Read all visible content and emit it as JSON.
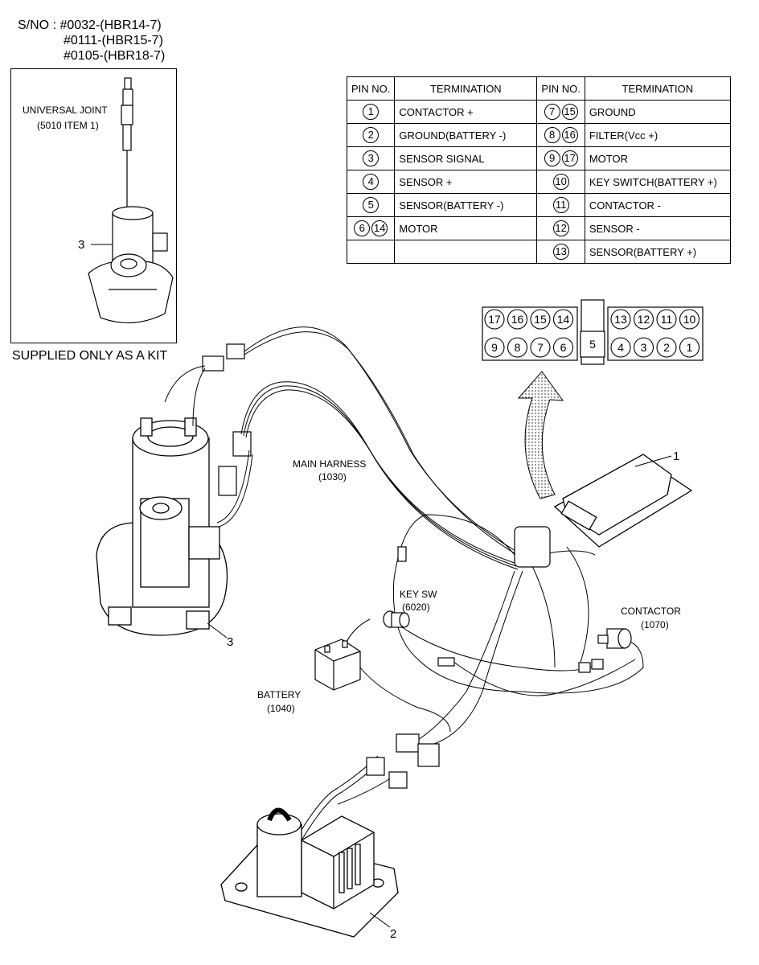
{
  "serial_numbers": {
    "line1": "S/NO : #0032-(HBR14-7)",
    "line2": "#0111-(HBR15-7)",
    "line3": "#0105-(HBR18-7)"
  },
  "kit_inset": {
    "universal_joint": "UNIVERSAL JOINT",
    "universal_joint_ref": "(5010 ITEM 1)",
    "callout": "3",
    "caption": "SUPPLIED ONLY AS A KIT"
  },
  "pin_table": {
    "headers": [
      "PIN NO.",
      "TERMINATION",
      "PIN NO.",
      "TERMINATION"
    ],
    "rows": [
      {
        "left_pins": [
          "1"
        ],
        "left_term": "CONTACTOR +",
        "right_pins": [
          "7",
          "15"
        ],
        "right_term": "GROUND"
      },
      {
        "left_pins": [
          "2"
        ],
        "left_term": "GROUND(BATTERY -)",
        "right_pins": [
          "8",
          "16"
        ],
        "right_term": "FILTER(Vcc +)"
      },
      {
        "left_pins": [
          "3"
        ],
        "left_term": "SENSOR SIGNAL",
        "right_pins": [
          "9",
          "17"
        ],
        "right_term": "MOTOR"
      },
      {
        "left_pins": [
          "4"
        ],
        "left_term": "SENSOR +",
        "right_pins": [
          "10"
        ],
        "right_term": "KEY SWITCH(BATTERY +)"
      },
      {
        "left_pins": [
          "5"
        ],
        "left_term": "SENSOR(BATTERY -)",
        "right_pins": [
          "11"
        ],
        "right_term": "CONTACTOR -"
      },
      {
        "left_pins": [
          "6",
          "14"
        ],
        "left_term": "MOTOR",
        "right_pins": [
          "12"
        ],
        "right_term": "SENSOR -"
      },
      {
        "left_pins": [],
        "left_term": "",
        "right_pins": [
          "13"
        ],
        "right_term": "SENSOR(BATTERY +)"
      }
    ]
  },
  "connector_pins": {
    "top_left": [
      "17",
      "16",
      "15",
      "14"
    ],
    "top_right": [
      "13",
      "12",
      "11",
      "10"
    ],
    "bottom_left": [
      "9",
      "8",
      "7",
      "6"
    ],
    "center": "5",
    "bottom_right": [
      "4",
      "3",
      "2",
      "1"
    ]
  },
  "labels": {
    "main_harness": "MAIN HARNESS",
    "main_harness_ref": "(1030)",
    "key_sw": "KEY SW",
    "key_sw_ref": "(6020)",
    "contactor": "CONTACTOR",
    "contactor_ref": "(1070)",
    "battery": "BATTERY",
    "battery_ref": "(1040)"
  },
  "callouts": {
    "controller": "1",
    "filter": "2",
    "motor": "3"
  }
}
